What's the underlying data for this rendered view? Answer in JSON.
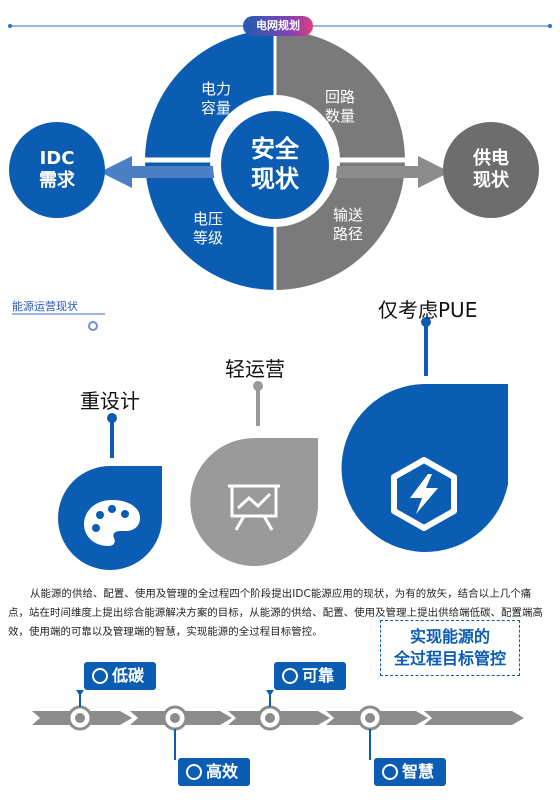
{
  "header_tag": "电网规划",
  "circle": {
    "center": [
      "安全",
      "现状"
    ],
    "left": [
      "IDC",
      "需求"
    ],
    "right": [
      "供电",
      "现状"
    ],
    "segments": {
      "top_left": [
        "电力",
        "容量"
      ],
      "top_right": [
        "回路",
        "数量"
      ],
      "bottom_left": [
        "电压",
        "等级"
      ],
      "bottom_right": [
        "输送",
        "路径"
      ]
    }
  },
  "section_label": "能源运营现状",
  "steps": [
    {
      "label": "重设计",
      "icon": "palette-icon"
    },
    {
      "label": "轻运营",
      "icon": "presentation-chart-icon"
    },
    {
      "label": "仅考虑PUE",
      "icon": "lightning-hexagon-icon"
    }
  ],
  "paragraph": "从能源的供给、配置、使用及管理的全过程四个阶段提出IDC能源应用的现状，为有的放矢，结合以上几个痛点，站在时间维度上提出综合能源解决方案的目标，从能源的供给、配置、使用及管理上提出供给端低碳、配置端高效，使用端的可靠以及管理端的智慧，实现能源的全过程目标管控。",
  "timeline": {
    "tags": {
      "t1": "低碳",
      "t2": "高效",
      "t3": "可靠",
      "t4": "智慧"
    },
    "goal": [
      "实现能源的",
      "全过程目标管控"
    ]
  },
  "colors": {
    "blue": "#0b5db3",
    "gray": "#7a7a7a",
    "arrow_gray": "#8c8c8c"
  }
}
